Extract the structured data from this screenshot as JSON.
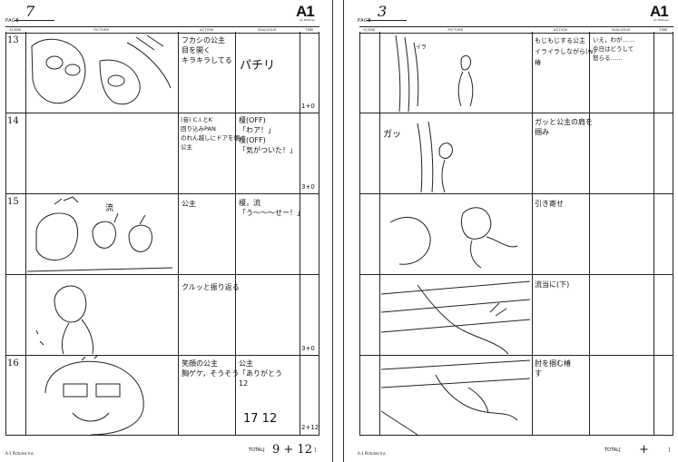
{
  "header": {
    "page_label": "PAGE",
    "logo": "A1",
    "logo_sub": "A1 Pictures",
    "col_no": "SCENE",
    "col_picture": "PICTURE",
    "col_action": "ACTION",
    "col_dialogue": "DIALOGUE",
    "col_time": "TIME",
    "footer_company": "A-1 Pictures Inc.",
    "total_label": "TOTAL"
  },
  "left_page": {
    "page_number": "7",
    "total_value": "9 + 12",
    "scribble_total": "17 12",
    "shots": [
      {
        "no": "13",
        "action": "フカシの公主\n目を開く\nキラキラしてる",
        "dialogue": "パチリ",
        "time": "1+0"
      },
      {
        "no": "14",
        "action": "(音) C.I.とK\n回り込みPAN\nのれん越しにドアを覗く\n公主",
        "dialogue": "榎(OFF)\n「わア！」\n榎(OFF)\n「気がついた！」",
        "time": "3+0"
      },
      {
        "no": "15",
        "action": "公主",
        "dialogue": "榎，流\n「う〜〜〜せー！」",
        "time": ""
      },
      {
        "no": "",
        "action": "クルッと振り返る",
        "dialogue": "",
        "time": "3+0"
      },
      {
        "no": "16",
        "action": "笑顔の公主\n胸ゲケ，そうそう",
        "dialogue": "公主\n「ありがとう\n12",
        "time": "2+12"
      }
    ],
    "balloon_text": "流"
  },
  "right_page": {
    "page_number": "3",
    "total_value": "+",
    "shots": [
      {
        "no": "",
        "action": "もじもじする公主\nイライラしながら(w)\n椿",
        "dialogue": "いえ，わが……\n今日はどうして\n怒らる……",
        "time": ""
      },
      {
        "no": "",
        "action": "ガッと公主の肩を\n掴み",
        "dialogue": "",
        "time": ""
      },
      {
        "no": "",
        "action": "引き寄せ",
        "dialogue": "",
        "time": ""
      },
      {
        "no": "",
        "action": "流当に(下)",
        "dialogue": "",
        "time": ""
      },
      {
        "no": "",
        "action": "肘を掴む椿\nす",
        "dialogue": "",
        "time": ""
      }
    ],
    "sfx_1": "イラ",
    "sfx_2": "ガッ"
  }
}
